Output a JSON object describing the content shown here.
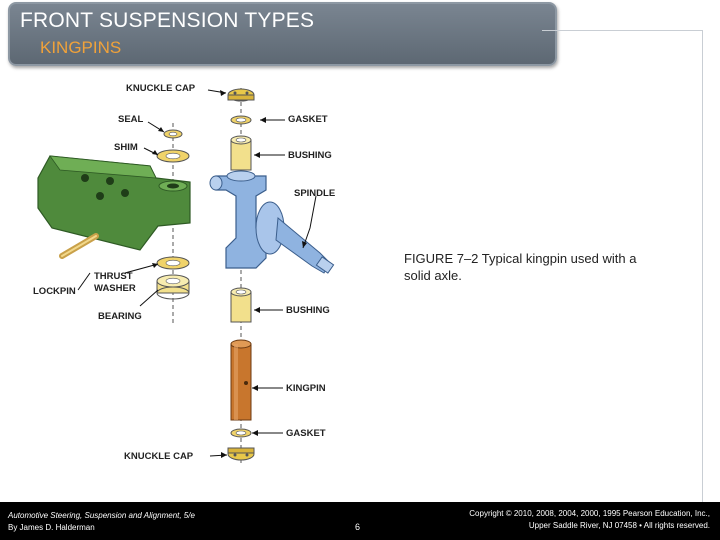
{
  "slide": {
    "title": "FRONT SUSPENSION TYPES",
    "subtitle": "KINGPINS"
  },
  "figure": {
    "labels": {
      "knuckle_cap_top": "KNUCKLE CAP",
      "seal": "SEAL",
      "gasket_top": "GASKET",
      "shim": "SHIM",
      "bushing_top": "BUSHING",
      "spindle": "SPINDLE",
      "thrust": "THRUST",
      "washer": "WASHER",
      "lockpin": "LOCKPIN",
      "bearing": "BEARING",
      "bushing_bottom": "BUSHING",
      "kingpin": "KINGPIN",
      "gasket_bottom": "GASKET",
      "knuckle_cap_bottom": "KNUCKLE CAP"
    },
    "colors": {
      "axle": "#4f8a3c",
      "bushing": "#f2e08c",
      "kingpin": "#c8762d",
      "spindle": "#8fb3e0",
      "hardware": "#e8c84a"
    }
  },
  "caption": {
    "figure_number": "FIGURE 7–2",
    "text": " Typical kingpin used with a solid axle."
  },
  "footer": {
    "book_title": "Automotive Steering, Suspension and Alignment, 5/e",
    "author": "By James D. Halderman",
    "page_number": "6",
    "copyright_line1": "Copyright © 2010, 2008, 2004, 2000, 1995 Pearson Education, Inc.,",
    "copyright_line2": "Upper Saddle River, NJ 07458 • All rights reserved."
  }
}
